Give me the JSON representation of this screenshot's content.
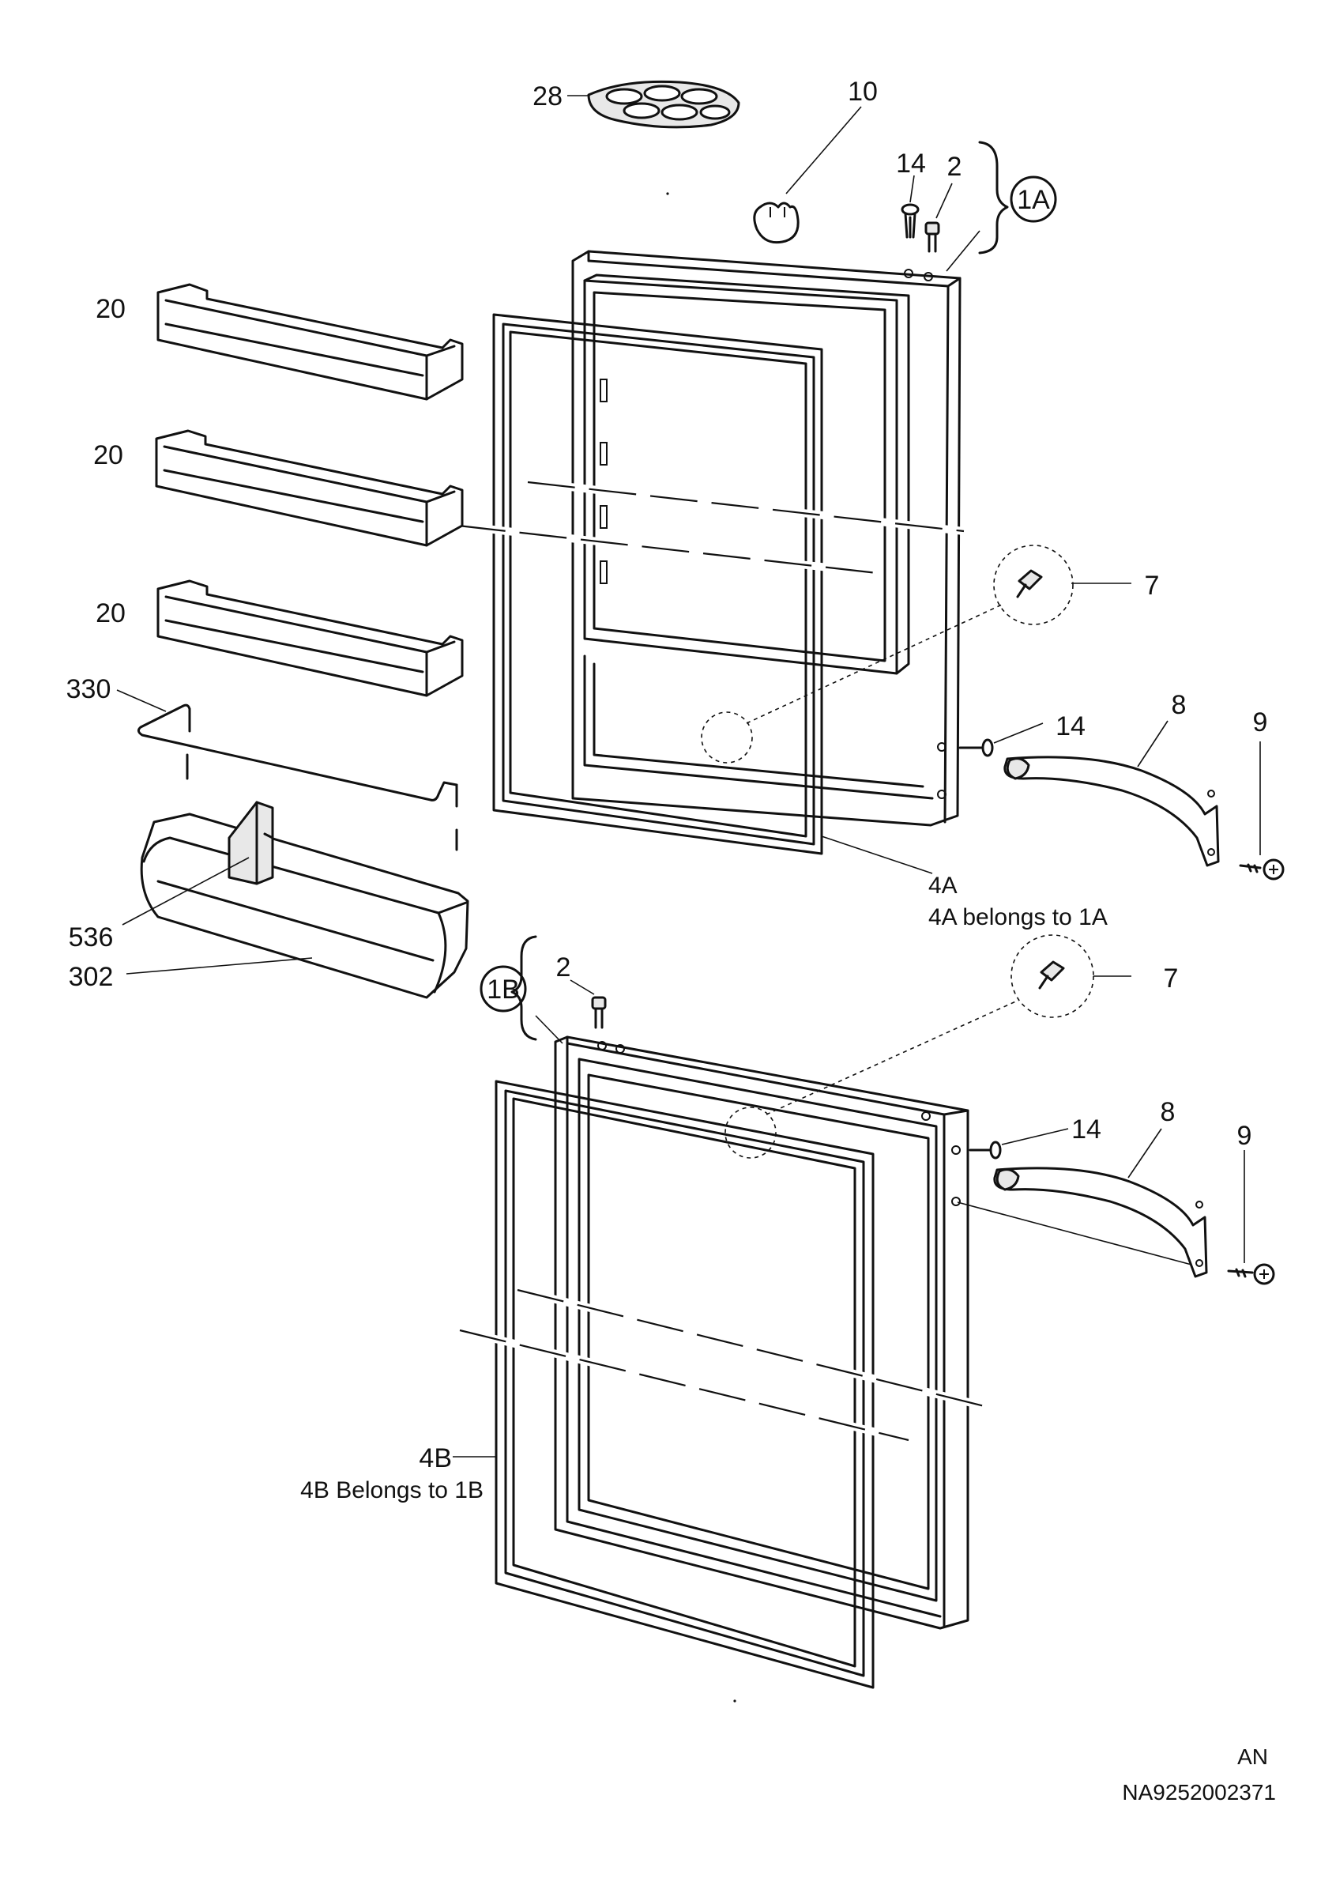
{
  "labels": {
    "p28": "28",
    "p10": "10",
    "p14_top": "14",
    "p2_top": "2",
    "p1A": "1A",
    "p20_a": "20",
    "p20_b": "20",
    "p20_c": "20",
    "p330": "330",
    "p7_top": "7",
    "p8_top": "8",
    "p14_mid": "14",
    "p9_top": "9",
    "p4A": "4A",
    "p536": "536",
    "p302": "302",
    "p1B": "1B",
    "p2_bot": "2",
    "p7_bot": "7",
    "p14_bot": "14",
    "p8_bot": "8",
    "p9_bot": "9",
    "p4B": "4B"
  },
  "notes": {
    "note_4A": "4A belongs to 1A",
    "note_4B": "4B  Belongs to 1B"
  },
  "footer": {
    "code_line1": "AN",
    "code_line2": "NA9252002371"
  }
}
